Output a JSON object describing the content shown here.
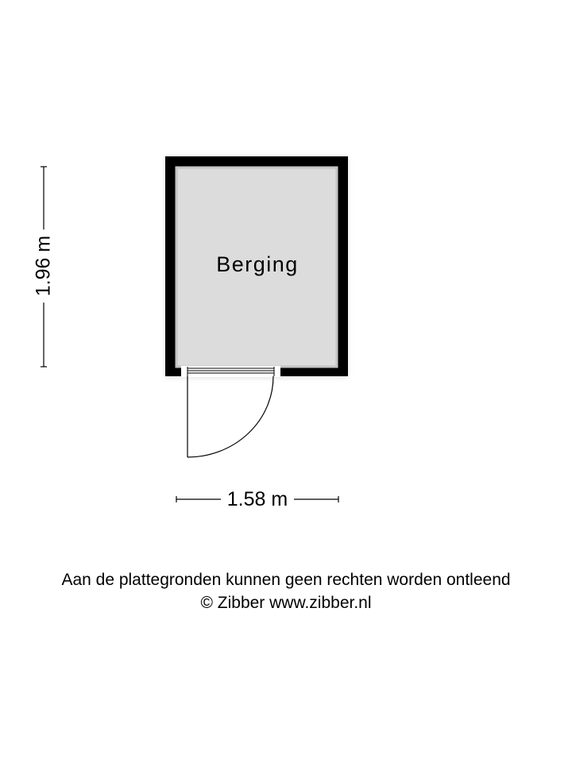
{
  "floorplan": {
    "room": {
      "name": "Berging",
      "fill": "#dcdcdc",
      "wall": "#000000"
    },
    "dimensions": {
      "width": "1.58 m",
      "depth": "1.96 m"
    }
  },
  "footer": {
    "disclaimer": "Aan de plattegronden kunnen geen rechten worden ontleend",
    "copyright": "© Zibber www.zibber.nl"
  }
}
